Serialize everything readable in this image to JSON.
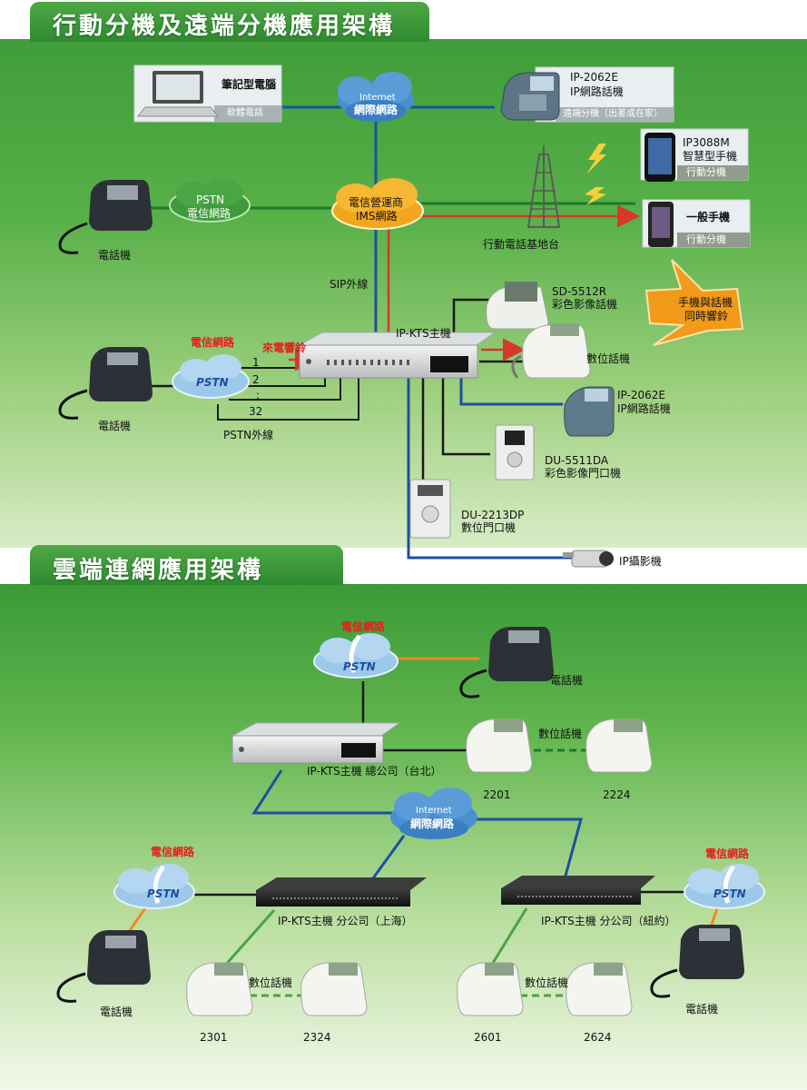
{
  "section1": {
    "title": "行動分機及遠端分機應用架構",
    "laptop": "筆記型電腦",
    "softphone": "軟體電話",
    "internet_en": "Internet",
    "internet_cn": "網際網路",
    "ip2062e_model": "IP-2062E",
    "ip2062e_name": "IP網路話機",
    "remote_ext": "遠端分機（出差或在家）",
    "pstn_en": "PSTN",
    "pstn_cn": "電信網路",
    "telecom_ims_1": "電信營運商",
    "telecom_ims_2": "IMS網路",
    "ip3088m_model": "IP3088M",
    "ip3088m_name": "智慧型手機",
    "mobile_ext": "行動分機",
    "general_phone": "一般手機",
    "mobile_ext_2": "行動分機",
    "base_station": "行動電話基地台",
    "phone": "電話機",
    "sip_trunk": "SIP外線",
    "sd5512r_model": "SD-5512R",
    "sd5512r_name": "彩色影像話機",
    "ring_together_1": "手機與話機",
    "ring_together_2": "同時響鈴",
    "kts_host": "IP-KTS主機",
    "telecom_net_red": "電信網路",
    "incoming_ring": "來電響鈴",
    "pstn_italic": "PSTN",
    "line_1": "1",
    "line_2": "2",
    "line_dots": ":",
    "line_32": "32",
    "phone_left": "電話機",
    "pstn_trunk": "PSTN外線",
    "digital_phone": "數位話機",
    "ip2062e_model_2": "IP-2062E",
    "ip2062e_name_2": "IP網路話機",
    "du5511da_model": "DU-5511DA",
    "du5511da_name": "彩色影像門口機",
    "du2213dp_model": "DU-2213DP",
    "du2213dp_name": "數位門口機",
    "ip_camera": "IP攝影機"
  },
  "section2": {
    "title": "雲端連網應用架構",
    "telecom_top": "電信網路",
    "pstn_top": "PSTN",
    "phone_top": "電話機",
    "digital_phone_top": "數位話機",
    "hq_host": "IP-KTS主機 總公司（台北）",
    "ext_2201": "2201",
    "ext_2224": "2224",
    "internet_en": "Internet",
    "internet_cn": "網際網路",
    "telecom_left": "電信網路",
    "pstn_left": "PSTN",
    "telecom_right": "電信網路",
    "pstn_right": "PSTN",
    "shanghai_host": "IP-KTS主機 分公司（上海）",
    "newyork_host": "IP-KTS主機 分公司（紐約）",
    "digital_phone_sh": "數位話機",
    "digital_phone_ny": "數位話機",
    "phone_left": "電話機",
    "phone_right": "電話機",
    "ext_2301": "2301",
    "ext_2324": "2324",
    "ext_2601": "2601",
    "ext_2624": "2624"
  },
  "colors": {
    "green_bg": "#4ea843",
    "blue_line": "#1d4fa0",
    "green_line": "#1f7a2a",
    "red_line": "#d7382a",
    "orange_line": "#f08a1e",
    "black_line": "#1a1a1a",
    "cloud_blue": "#4a8fd0",
    "cloud_green": "#3e9a3a",
    "cloud_orange": "#f2a620",
    "callout_orange": "#f29a1a"
  },
  "icons": [
    "laptop-icon",
    "desk-phone-icon",
    "ip-phone-icon",
    "smartphone-icon",
    "mobile-phone-icon",
    "cell-tower-icon",
    "signal-bolt-icon",
    "kts-host-icon",
    "door-phone-icon",
    "ip-camera-icon",
    "digital-phone-icon",
    "cloud-icon"
  ]
}
